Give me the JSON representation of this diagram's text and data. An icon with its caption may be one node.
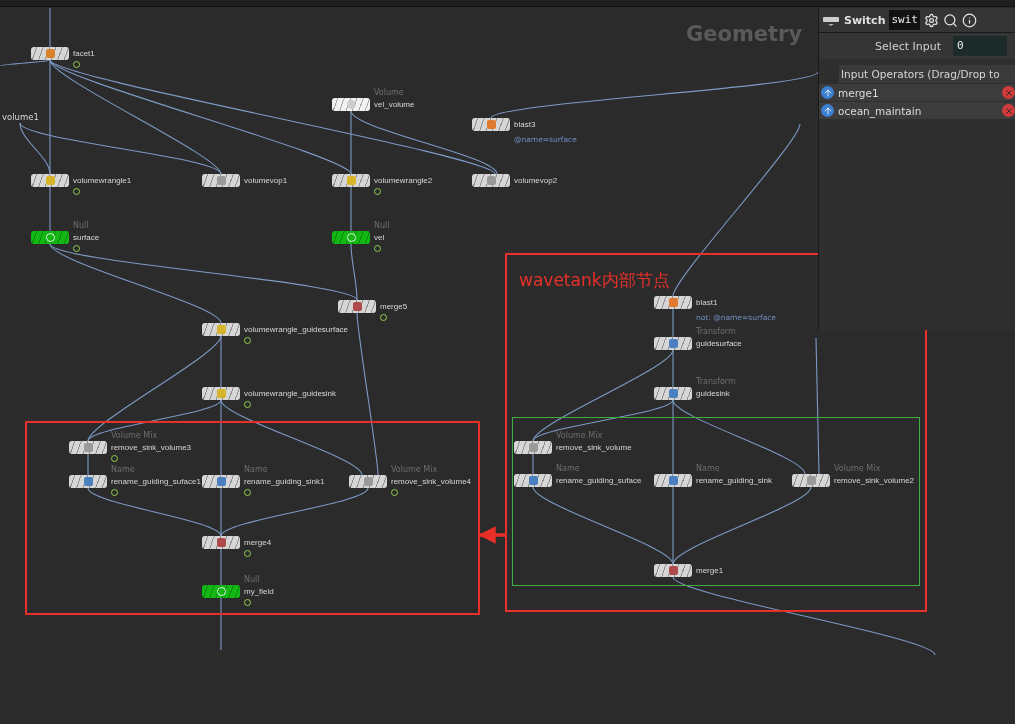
{
  "diagram": {
    "nodes": [
      {
        "text": [
          "facet1"
        ]
      },
      {
        "text": [
          "volume1"
        ]
      },
      {
        "text": [
          "Volume",
          "vel_volume"
        ]
      },
      {
        "text": [
          "blast3"
        ],
        "beside": [
          "@name=surface"
        ]
      },
      {
        "text": [
          "volumewrangle1"
        ]
      },
      {
        "text": [
          "volumevop1"
        ]
      },
      {
        "text": [
          "volumewrangle2"
        ]
      },
      {
        "text": [
          "volumevop2"
        ]
      },
      {
        "text": [
          "Null",
          "surface"
        ]
      },
      {
        "text": [
          "Null",
          "vel"
        ]
      },
      {
        "text": [
          "merge5"
        ]
      },
      {
        "text": [
          "volumewrangle_guidesurface"
        ]
      },
      {
        "text": [
          "volumewrangle_guidesink"
        ]
      },
      {
        "text": [],
        "shape": "box"
      },
      {
        "text": [
          "Volume Mix",
          "remove_sink_volume3"
        ],
        "in": 13
      },
      {
        "text": [
          "Name",
          "rename_guiding_suface1"
        ],
        "in": 13
      },
      {
        "text": [
          "Name",
          "rename_guiding_sink1"
        ],
        "in": 13
      },
      {
        "text": [
          "Volume Mix",
          "remove_sink_volume4"
        ],
        "in": 13
      },
      {
        "text": [
          "merge4"
        ],
        "in": 13
      },
      {
        "text": [
          "Null",
          "my_field"
        ],
        "in": 13
      },
      {
        "text": [
          "wavetank内部节点"
        ]
      },
      {
        "text": [
          "blast1"
        ],
        "beside": [
          "not: @name=surface"
        ],
        "in": 20
      },
      {
        "text": [
          "Transform",
          "guidesurface"
        ],
        "in": 20
      },
      {
        "text": [
          "Transform",
          "guidesink"
        ],
        "in": 20
      },
      {
        "text": [],
        "shape": "box",
        "in": 20
      },
      {
        "text": [
          "Volume Mix",
          "remove_sink_volume"
        ],
        "in": 24
      },
      {
        "text": [
          "Name",
          "rename_guiding_suface"
        ],
        "in": 24
      },
      {
        "text": [
          "Name",
          "rename_guiding_sink"
        ],
        "in": 24
      },
      {
        "text": [
          "Volume Mix",
          "remove_sink_volume2"
        ],
        "in": 24
      },
      {
        "text": [
          "merge1"
        ],
        "in": 24
      }
    ],
    "edges": [
      {
        "from": null,
        "to": 0,
        "arrow": "none"
      },
      {
        "from": 0,
        "to": null,
        "arrow": "none"
      },
      {
        "from": 0,
        "to": 4,
        "arrow": "none"
      },
      {
        "from": 0,
        "to": 5,
        "arrow": "none"
      },
      {
        "from": 0,
        "to": 6,
        "arrow": "none"
      },
      {
        "from": 0,
        "to": 7,
        "arrow": "none"
      },
      {
        "from": 1,
        "to": 4,
        "arrow": "none"
      },
      {
        "from": 1,
        "to": 5,
        "arrow": "none"
      },
      {
        "from": 2,
        "to": 6,
        "arrow": "none"
      },
      {
        "from": 2,
        "to": 7,
        "arrow": "none"
      },
      {
        "from": null,
        "to": 3,
        "arrow": "none"
      },
      {
        "from": 4,
        "to": 8,
        "arrow": "none"
      },
      {
        "from": 6,
        "to": 9,
        "arrow": "none"
      },
      {
        "from": 8,
        "to": 11,
        "arrow": "none"
      },
      {
        "from": 8,
        "to": 10,
        "arrow": "none"
      },
      {
        "from": 9,
        "to": 10,
        "arrow": "none"
      },
      {
        "from": 11,
        "to": 12,
        "arrow": "none"
      },
      {
        "from": 11,
        "to": 14,
        "arrow": "none"
      },
      {
        "from": 12,
        "to": 14,
        "arrow": "none"
      },
      {
        "from": 12,
        "to": 16,
        "arrow": "none"
      },
      {
        "from": 12,
        "to": 17,
        "arrow": "none"
      },
      {
        "from": 10,
        "to": 17,
        "arrow": "none"
      },
      {
        "from": 14,
        "to": 15,
        "arrow": "none"
      },
      {
        "from": 15,
        "to": 18,
        "arrow": "none"
      },
      {
        "from": 16,
        "to": 18,
        "arrow": "none"
      },
      {
        "from": 17,
        "to": 18,
        "arrow": "none"
      },
      {
        "from": 18,
        "to": 19,
        "arrow": "none"
      },
      {
        "from": 19,
        "to": null,
        "arrow": "none"
      },
      {
        "from": null,
        "to": 21,
        "arrow": "none"
      },
      {
        "from": 21,
        "to": 22,
        "arrow": "none"
      },
      {
        "from": 22,
        "to": 23,
        "arrow": "none"
      },
      {
        "from": 22,
        "to": 25,
        "arrow": "none"
      },
      {
        "from": 23,
        "to": 25,
        "arrow": "none"
      },
      {
        "from": 23,
        "to": 27,
        "arrow": "none"
      },
      {
        "from": 23,
        "to": 28,
        "arrow": "none"
      },
      {
        "from": null,
        "to": 28,
        "arrow": "none"
      },
      {
        "from": 25,
        "to": 26,
        "arrow": "none"
      },
      {
        "from": 26,
        "to": 29,
        "arrow": "none"
      },
      {
        "from": 27,
        "to": 29,
        "arrow": "none"
      },
      {
        "from": 28,
        "to": 29,
        "arrow": "none"
      },
      {
        "from": 29,
        "to": null,
        "arrow": "none"
      },
      {
        "from": 20,
        "to": 13,
        "arrow": "to",
        "style": "thick",
        "color": "#e8302a"
      }
    ],
    "labels": [
      "Geometry",
      "Switch",
      "swit",
      "Select Input",
      "0",
      "Input Operators (Drag/Drop to",
      "merge1",
      "ocean_maintain"
    ]
  }
}
